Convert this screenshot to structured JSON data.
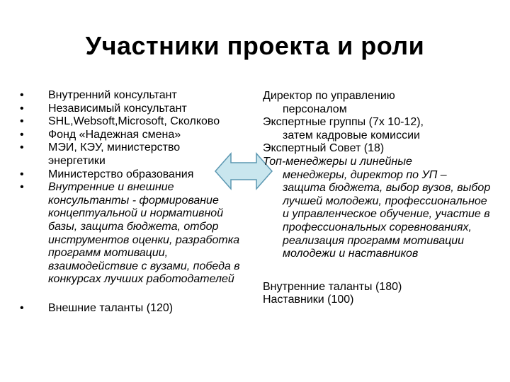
{
  "title": "Участники  проекта и роли",
  "left_items": [
    "Внутренний консультант",
    "Независимый консультант",
    "SHL,Websoft,Microsoft, Сколково",
    "Фонд «Надежная смена»",
    "МЭИ, КЭУ, министерство энергетики",
    "Министерство образования",
    "Внутренние и внешние консультанты - формирование концептуальной и нормативной базы, защита бюджета, отбор инструментов оценки, разработка программ мотивации, взаимодействие с вузами, победа в конкурсах лучших работодателей",
    "Внешние таланты (120)"
  ],
  "right": {
    "director_line1": "Директор по управлению",
    "director_line2": "персоналом",
    "expert_groups_line1": "Экспертные группы (7х 10-12),",
    "expert_groups_line2": "затем кадровые комиссии",
    "expert_council": "Экспертный  Совет (18)",
    "top_managers_line1": "Топ-менеджеры и линейные",
    "top_managers_rest": "менеджеры, директор по УП – защита бюджета, выбор вузов, выбор лучшей молодежи, профессиональное  и управленческое обучение, участие в профессиональных соревнованиях, реализация программ мотивации молодежи и наставников",
    "internal_talents": "Внутренние таланты (180)",
    "mentors": "Наставники (100)"
  },
  "colors": {
    "arrow_fill": "#c9e6ee",
    "arrow_stroke": "#5b97b1"
  },
  "icons": {
    "connector": "double-arrow-icon"
  }
}
